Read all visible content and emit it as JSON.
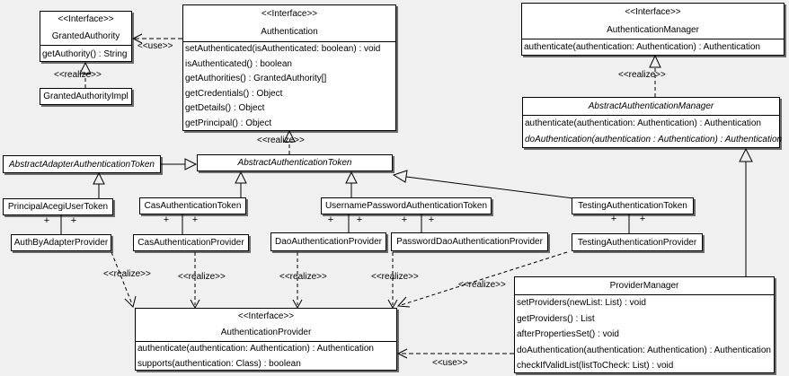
{
  "labels": {
    "interface": "<<Interface>>",
    "use": "<<use>>",
    "realize": "<<realize>>",
    "plus": "+"
  },
  "classes": {
    "granted_authority": {
      "name": "GrantedAuthority",
      "methods": [
        "getAuthority() : String"
      ]
    },
    "granted_authority_impl": {
      "name": "GrantedAuthorityImpl"
    },
    "authentication": {
      "name": "Authentication",
      "methods": [
        "setAuthenticated(isAuthenticated: boolean) : void",
        "isAuthenticated() : boolean",
        "getAuthorities() : GrantedAuthority[]",
        "getCredentials() : Object",
        "getDetails() : Object",
        "getPrincipal() : Object"
      ]
    },
    "authentication_manager": {
      "name": "AuthenticationManager",
      "methods": [
        "authenticate(authentication: Authentication) : Authentication"
      ]
    },
    "abstract_authentication_manager": {
      "name": "AbstractAuthenticationManager",
      "methods": [
        "authenticate(authentication: Authentication) : Authentication",
        "doAuthentication(authentication : Authentication) : Authentication"
      ]
    },
    "abstract_adapter_authentication_token": {
      "name": "AbstractAdapterAuthenticationToken"
    },
    "abstract_authentication_token": {
      "name": "AbstractAuthenticationToken"
    },
    "principal_acegi_user_token": {
      "name": "PrincipalAcegiUserToken"
    },
    "cas_authentication_token": {
      "name": "CasAuthenticationToken"
    },
    "username_password_authentication_token": {
      "name": "UsernamePasswordAuthenticationToken"
    },
    "testing_authentication_token": {
      "name": "TestingAuthenticationToken"
    },
    "auth_by_adapter_provider": {
      "name": "AuthByAdapterProvider"
    },
    "cas_authentication_provider": {
      "name": "CasAuthenticationProvider"
    },
    "dao_authentication_provider": {
      "name": "DaoAuthenticationProvider"
    },
    "password_dao_authentication_provider": {
      "name": "PasswordDaoAuthenticationProvider"
    },
    "testing_authentication_provider": {
      "name": "TestingAuthenticationProvider"
    },
    "authentication_provider": {
      "name": "AuthenticationProvider",
      "methods": [
        "authenticate(authentication: Authentication) : Authentication",
        "supports(authentication: Class) : boolean"
      ]
    },
    "provider_manager": {
      "name": "ProviderManager",
      "methods": [
        "setProviders(newList: List) : void",
        "getProviders() : List",
        "afterPropertiesSet() : void",
        "doAuthentication(authentication: Authentication) : Authentication",
        "checkIfValidList(listToCheck: List) : void"
      ]
    }
  }
}
